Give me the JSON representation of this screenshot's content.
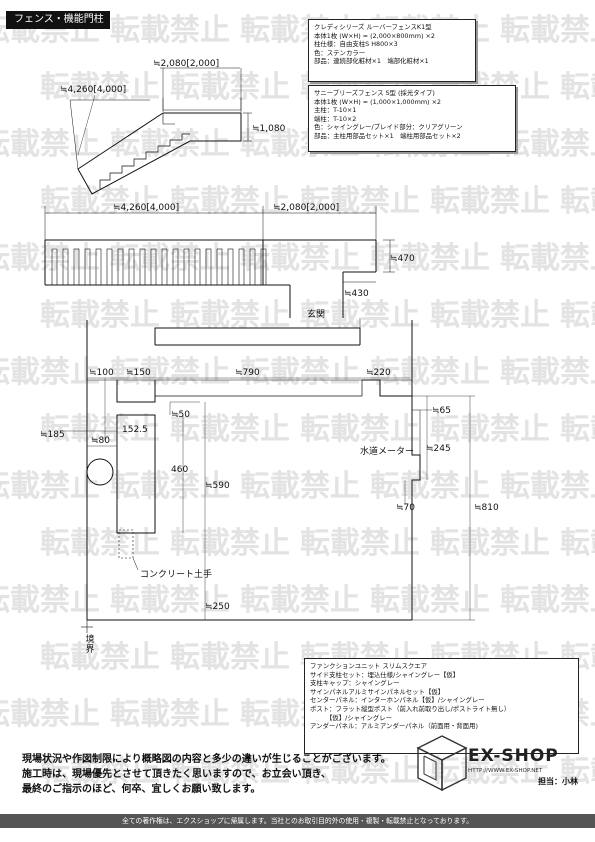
{
  "header": {
    "title": "フェンス・機能門柱"
  },
  "watermark": {
    "text": "転載禁止",
    "color": "#e3e3e3"
  },
  "fence_spec_1": {
    "lines": [
      "クレディシリーズ ルーバーフェンスK1型",
      "本体1枚 (W×H) = (2,000×800mm) ×2",
      "柱仕様：自由支柱S H800×3",
      "色：ステンカラー",
      "部品：連続部化粧材×1　端部化粧材×1"
    ]
  },
  "fence_spec_2": {
    "lines": [
      "サニーブリーズフェンス S型 (採光タイプ)",
      "本体1枚 (W×H) = (1,000×1,000mm) ×2",
      "主柱：T-10×1",
      "端柱：T-10×2",
      "色：シャイングレー/ブレイド部分：クリアグリーン",
      "部品：主柱用部品セット×1　端柱用部品セット×2"
    ]
  },
  "function_unit": {
    "lines": [
      "ファンクションユニット スリムスクエア",
      "サイド支柱セット：埋込仕様/シャイングレー【仮】",
      "支柱キャップ：シャイングレー",
      "サインパネルアルミサインパネルセット【仮】",
      "センターパネル：インターホンパネル【仮】/シャイングレー",
      "ポスト：フラット縦型ポスト（前入れ前取り出し/ポストライト無し）",
      "　　　【仮】/シャイングレー",
      "アンダーパネル：アルミアンダーパネル（前面用・背面用)"
    ]
  },
  "dimensions": {
    "top_width": "≒2,080[2,000]",
    "top_diag": "≒4,260[4,000]",
    "top_height": "≒1,080",
    "elev_left": "≒4,260[4,000]",
    "elev_right": "≒2,080[2,000]",
    "d470": "≒470",
    "d430": "≒430",
    "d100": "≒100",
    "d150": "≒150",
    "d790": "≒790",
    "d220": "≒220",
    "d65": "≒65",
    "d185": "≒185",
    "d80": "≒80",
    "d152": "152.5",
    "d50": "≒50",
    "d460": "460",
    "d590": "≒590",
    "d245": "≒245",
    "d70": "≒70",
    "d810": "≒810",
    "d250": "≒250"
  },
  "labels": {
    "entrance": "玄関",
    "water_meter": "水道メーター",
    "concrete_bank": "コンクリート土手",
    "boundary": "境界"
  },
  "notes": {
    "lines": [
      "現場状況や作図制限により概略図の内容と多少の違いが生じることがございます。",
      "施工時は、現場優先とさせて頂きたく思いますので、お立会い頂き、",
      "最終のご指示のほど、何卒、宜しくお願い致します。"
    ]
  },
  "brand": {
    "name": "EX-SHOP",
    "url": "HTTP://WWW.EX-SHOP.NET",
    "staff": "担当：小林"
  },
  "footer": {
    "text": "全ての著作権は、エクスショップに帰属します。当社とのお取引目的外の使用・複製・転載禁止となっております。"
  }
}
